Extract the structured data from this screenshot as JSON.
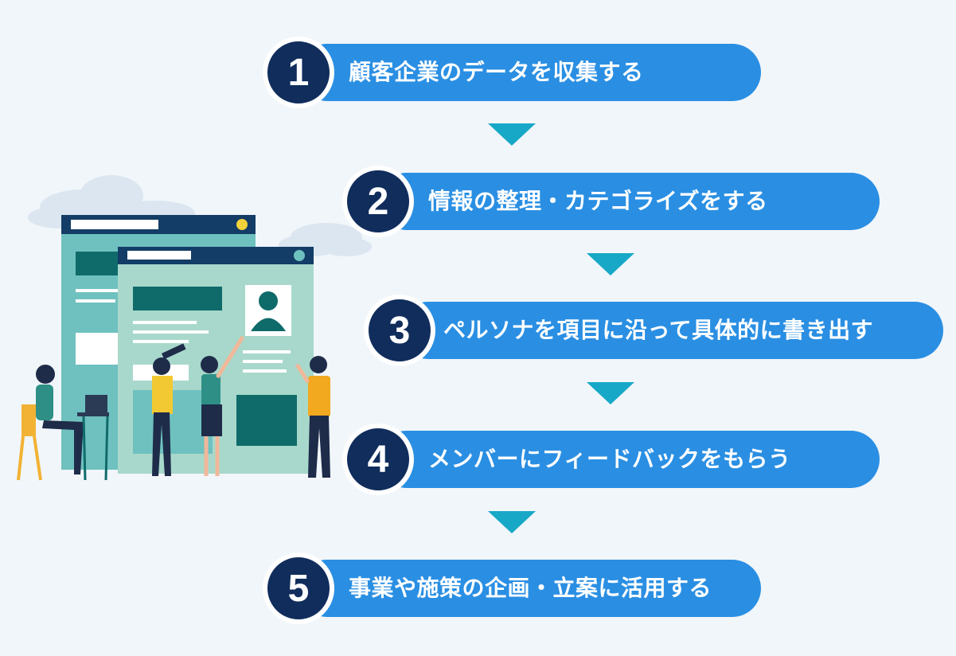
{
  "colors": {
    "background": "#f1f6fa",
    "pill": "#2a8fe3",
    "badge": "#102d5c",
    "arrow": "#17a8c7"
  },
  "steps": [
    {
      "number": "1",
      "text": "顧客企業のデータを収集する"
    },
    {
      "number": "2",
      "text": "情報の整理・カテゴライズをする"
    },
    {
      "number": "3",
      "text": "ペルソナを項目に沿って具体的に書き出す"
    },
    {
      "number": "4",
      "text": "メンバーにフィードバックをもらう"
    },
    {
      "number": "5",
      "text": "事業や施策の企画・立案に活用する"
    }
  ],
  "illustration": {
    "description_icon": "team-planning-illustration"
  }
}
